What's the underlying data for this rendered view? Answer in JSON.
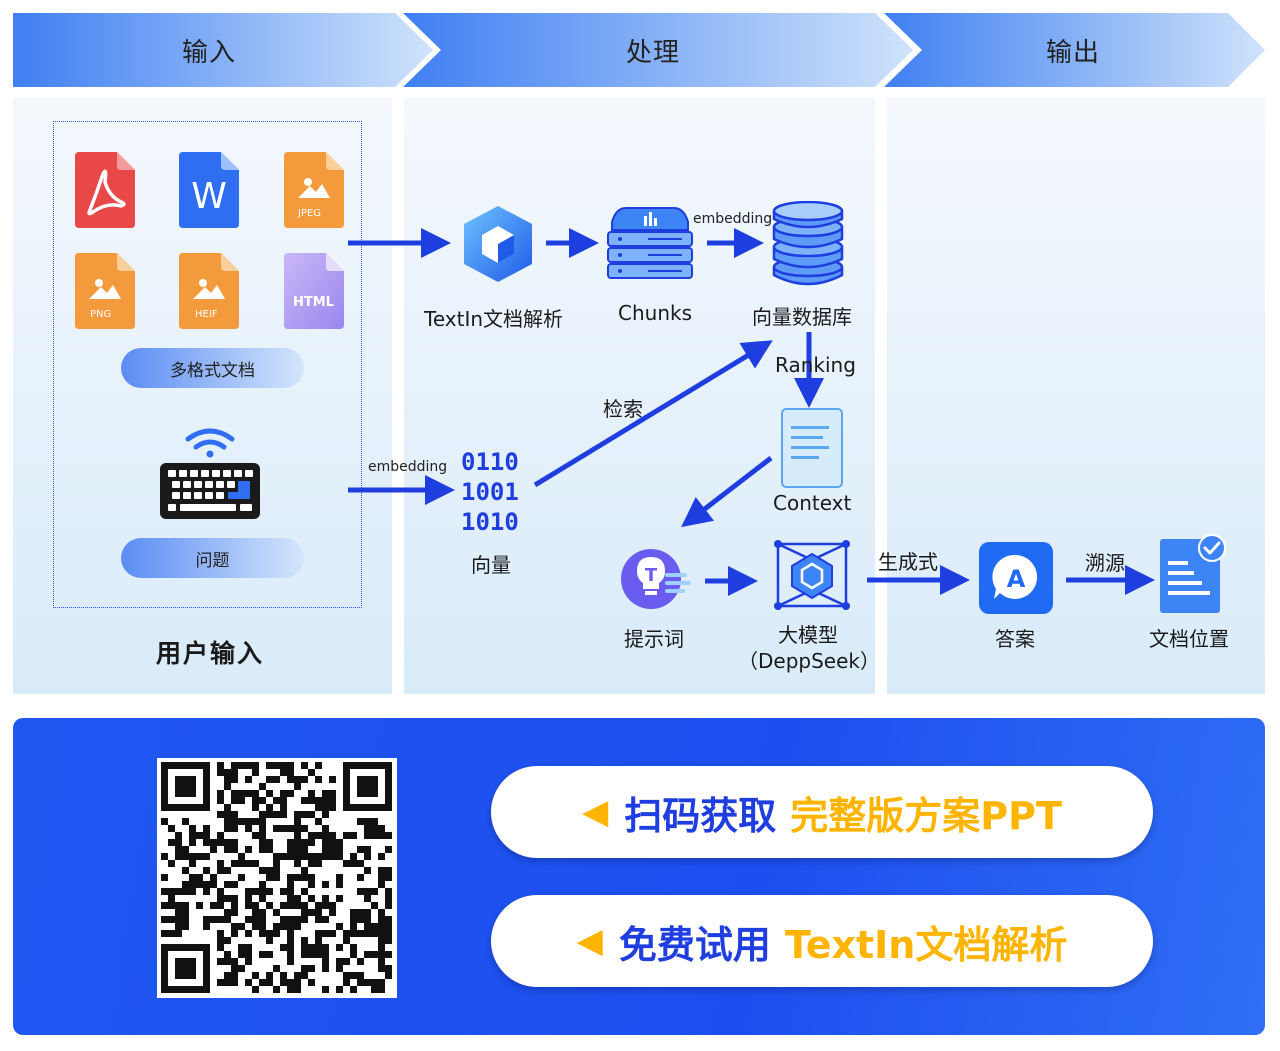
{
  "stages": {
    "input": "输入",
    "process": "处理",
    "output": "输出"
  },
  "input_panel": {
    "file_types": [
      "JPEG",
      "PNG",
      "HEIF",
      "HTML"
    ],
    "formats_label": "多格式文档",
    "question_label": "问题",
    "user_input_label": "用户输入"
  },
  "process_panel": {
    "embedding_label_top": "embedding",
    "embedding_label_left": "embedding",
    "textin_label": "TextIn文档解析",
    "chunks_label": "Chunks",
    "vector_db_label": "向量数据库",
    "ranking_label": "Ranking",
    "retrieve_label": "检索",
    "context_label": "Context",
    "binary_lines": [
      "0110",
      "1001",
      "1010"
    ],
    "vector_label": "向量",
    "prompt_label": "提示词",
    "model_label_1": "大模型",
    "model_label_2": "（DeppSeek）"
  },
  "output_panel": {
    "generative_label": "生成式",
    "trace_label": "溯源",
    "answer_label": "答案",
    "doc_position_label": "文档位置",
    "answer_icon_letter": "A"
  },
  "cta": {
    "line1_blue": "扫码获取",
    "line1_gold": "完整版方案PPT",
    "line2_blue": "免费试用",
    "line2_gold": "TextIn文档解析"
  },
  "colors": {
    "arrow": "#1e3ee0",
    "accent_gold": "#ffb400",
    "banner_blue": "#1f56f0"
  }
}
